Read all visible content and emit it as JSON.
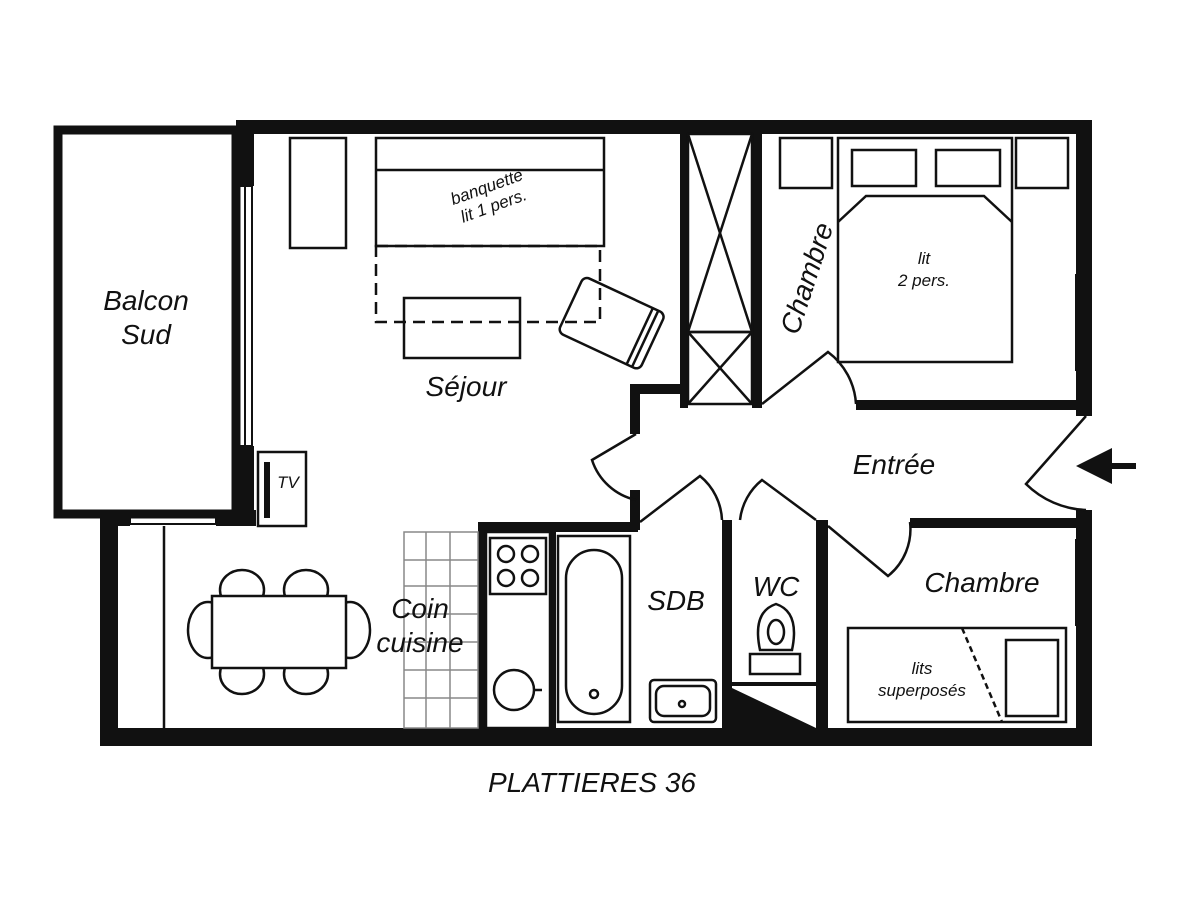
{
  "plan": {
    "caption": "PLATTIERES 36",
    "rooms": {
      "balcon": {
        "line1": "Balcon",
        "line2": "Sud"
      },
      "sejour": "Séjour",
      "chambre_haut": "Chambre",
      "entree": "Entrée",
      "chambre_bas": "Chambre",
      "coin_cuisine": {
        "line1": "Coin",
        "line2": "cuisine"
      },
      "sdb": "SDB",
      "wc": "WC"
    },
    "furniture": {
      "banquette": {
        "line1": "banquette",
        "line2": "lit 1 pers."
      },
      "lit_double": {
        "line1": "lit",
        "line2": "2 pers."
      },
      "lits_superposes": {
        "line1": "lits",
        "line2": "superposés"
      },
      "tv": "TV"
    },
    "colors": {
      "wall": "#111111",
      "background": "#ffffff",
      "tile": "#888888"
    }
  }
}
